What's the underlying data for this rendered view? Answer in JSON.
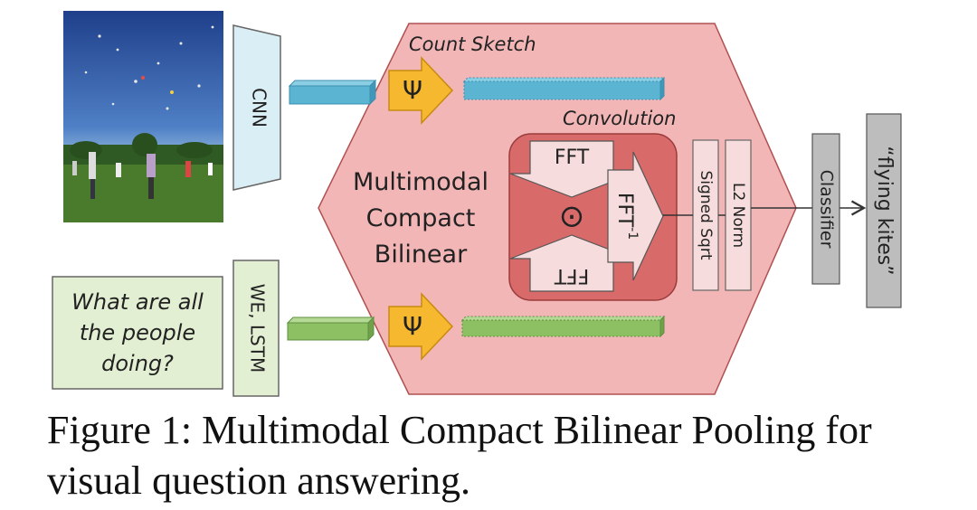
{
  "diagram": {
    "cnn_label": "CNN",
    "we_lstm_label": "WE, LSTM",
    "question_lines": [
      "What are all",
      "the people",
      "doing?"
    ],
    "count_sketch_label": "Count Sketch",
    "psi_symbol": "Ψ",
    "convolution_label": "Convolution",
    "mcb_lines": [
      "Multimodal",
      "Compact",
      "Bilinear"
    ],
    "fft_label": "FFT",
    "ifft_label": "FFT",
    "ifft_superscript": "-1",
    "odot_symbol": "⊙",
    "signed_sqrt_label": "Signed Sqrt",
    "l2_norm_label": "L2 Norm",
    "classifier_label": "Classifier",
    "answer_label": "“flying kites”",
    "colors": {
      "hexagon_fill": "#f2b6b6",
      "hexagon_stroke": "#b05050",
      "conv_box_fill": "#d96a6a",
      "fft_arrow_fill": "#f6dcdc",
      "psi_arrow_fill": "#f5b82e",
      "image_vector": "#5ab4d2",
      "text_vector": "#8cc063",
      "cnn_fill": "#daeef5",
      "question_fill": "#e3efd2",
      "classifier_fill": "#bdbdbd"
    }
  },
  "caption": {
    "line1": "Figure 1: Multimodal Compact Bilinear Pooling for",
    "line2": "visual question answering."
  }
}
